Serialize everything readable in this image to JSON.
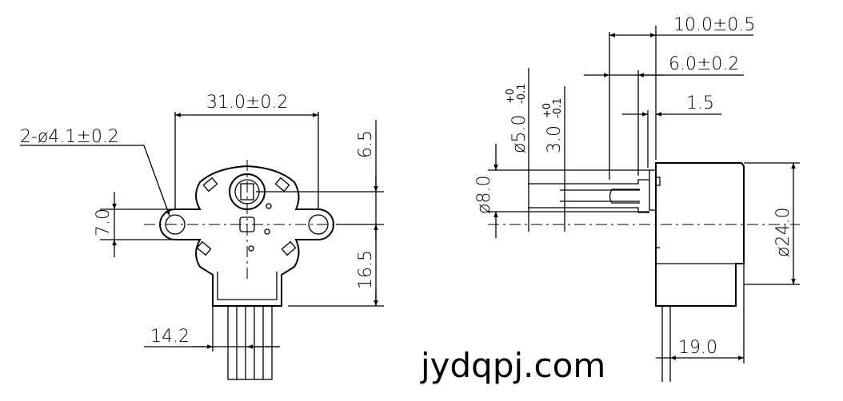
{
  "drawing": {
    "front_view": {
      "width_dim": "31.0±0.2",
      "hole_dim": "2-ø4.1±0.2",
      "top_dim": "6.5",
      "flange_dim": "7.0",
      "bottom_dim": "16.5",
      "wire_dim": "14.2"
    },
    "side_view": {
      "shaft_length_dim": "10.0±0.5",
      "boss_length_dim": "6.0±0.2",
      "step_dim": "1.5",
      "shaft_dia_dim": "ø5.0",
      "shaft_dia_tol_upper": "+0",
      "shaft_dia_tol_lower": "-0.1",
      "flat_dim": "3.0",
      "flat_tol_upper": "+0",
      "flat_tol_lower": "-0.1",
      "boss_dia_dim": "ø8.0",
      "body_dia_dim": "ø24.0",
      "body_depth_dim": "19.0"
    },
    "watermark": "jydqpj.com"
  }
}
